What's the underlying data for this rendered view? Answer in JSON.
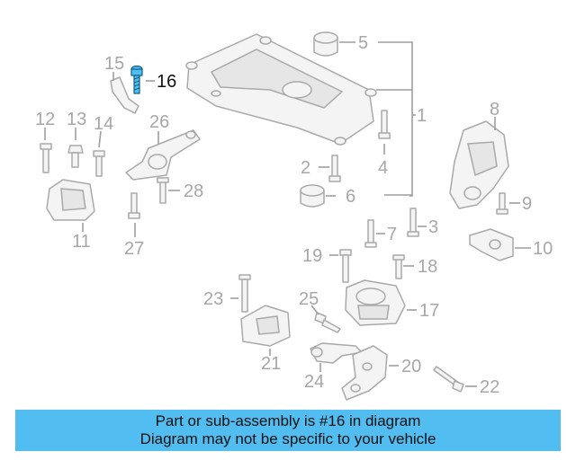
{
  "highlight_color": "#52bdf0",
  "callouts": [
    {
      "id": "1",
      "label": "1"
    },
    {
      "id": "2",
      "label": "2"
    },
    {
      "id": "3",
      "label": "3"
    },
    {
      "id": "4",
      "label": "4"
    },
    {
      "id": "5",
      "label": "5"
    },
    {
      "id": "6",
      "label": "6"
    },
    {
      "id": "7",
      "label": "7"
    },
    {
      "id": "8",
      "label": "8"
    },
    {
      "id": "9",
      "label": "9"
    },
    {
      "id": "10",
      "label": "10"
    },
    {
      "id": "11",
      "label": "11"
    },
    {
      "id": "12",
      "label": "12"
    },
    {
      "id": "13",
      "label": "13"
    },
    {
      "id": "14",
      "label": "14"
    },
    {
      "id": "15",
      "label": "15"
    },
    {
      "id": "16",
      "label": "16"
    },
    {
      "id": "17",
      "label": "17"
    },
    {
      "id": "18",
      "label": "18"
    },
    {
      "id": "19",
      "label": "19"
    },
    {
      "id": "20",
      "label": "20"
    },
    {
      "id": "21",
      "label": "21"
    },
    {
      "id": "22",
      "label": "22"
    },
    {
      "id": "23",
      "label": "23"
    },
    {
      "id": "24",
      "label": "24"
    },
    {
      "id": "25",
      "label": "25"
    },
    {
      "id": "26",
      "label": "26"
    },
    {
      "id": "27",
      "label": "27"
    },
    {
      "id": "28",
      "label": "28"
    }
  ],
  "banner": {
    "line1": "Part or sub-assembly is #16 in diagram",
    "line2": "Diagram may not be specific to your vehicle"
  }
}
